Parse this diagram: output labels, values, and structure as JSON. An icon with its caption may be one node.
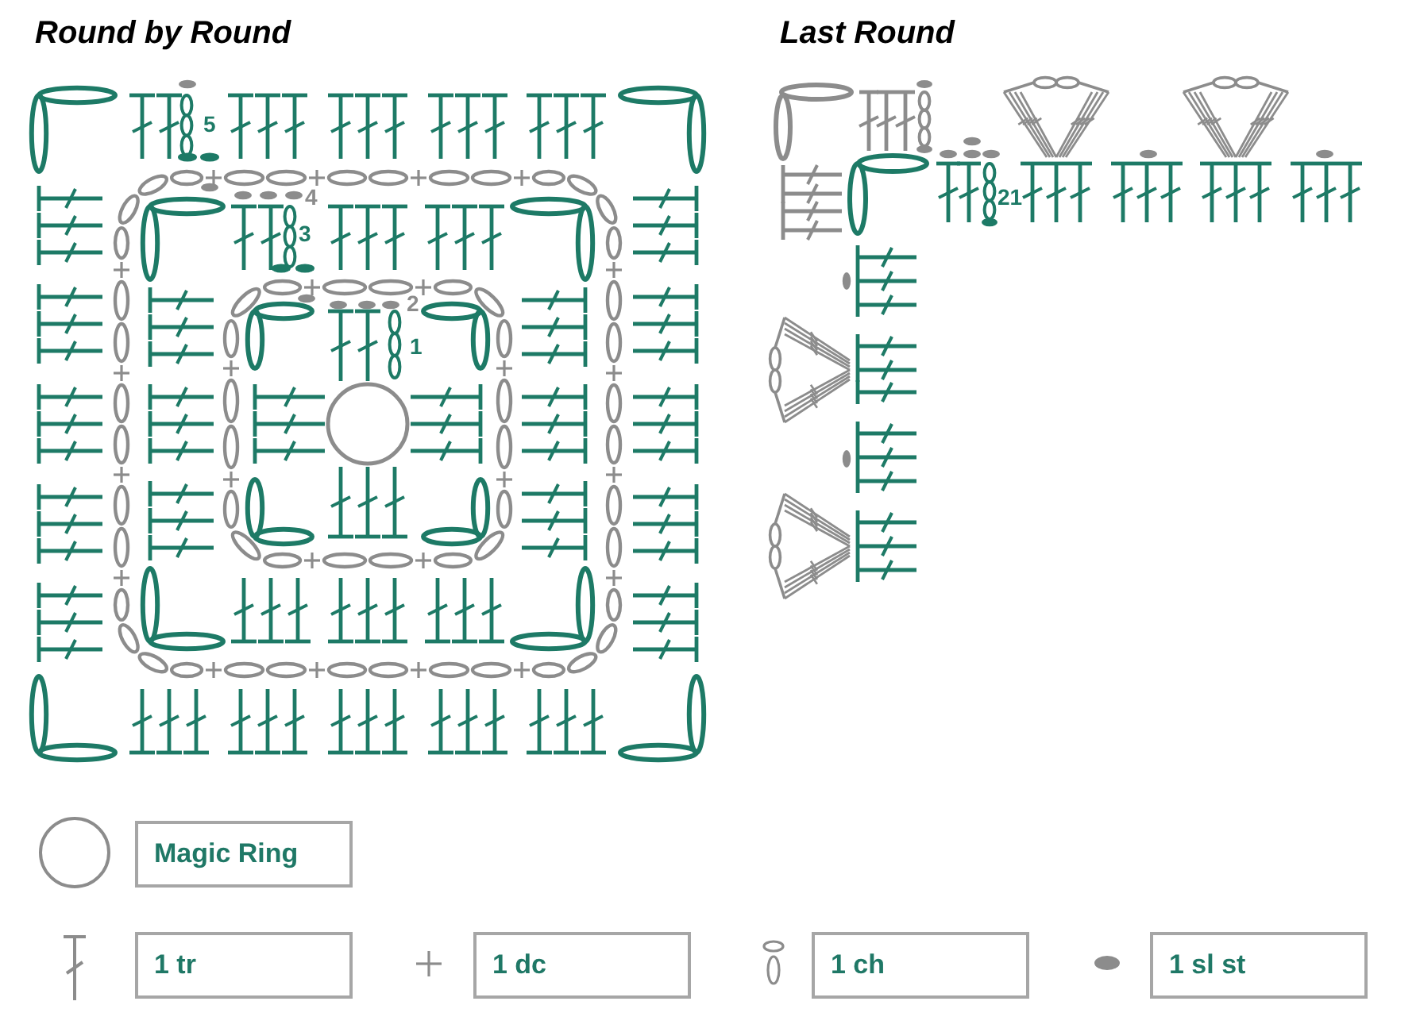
{
  "diagram": {
    "labels": [
      "Round by Round",
      "5",
      "4",
      "3",
      "2",
      "1",
      "Last Round",
      "21"
    ],
    "legend": [
      {
        "text": "Magic Ring"
      },
      {
        "text": "1 tr"
      },
      {
        "text": "1 dc"
      },
      {
        "text": "1 ch"
      },
      {
        "text": "1 sl st"
      }
    ]
  }
}
